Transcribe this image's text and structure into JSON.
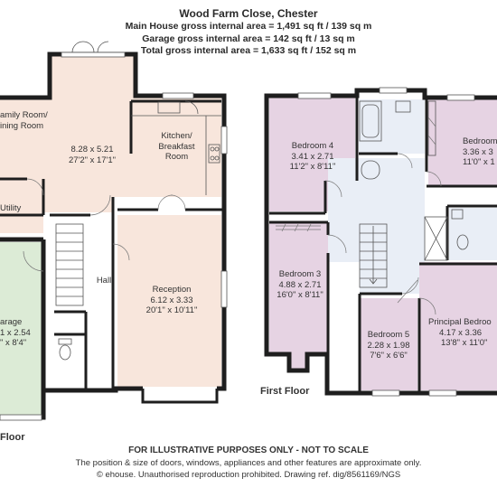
{
  "header": {
    "title": "Wood Farm Close, Chester",
    "line1": "Main House gross internal area = 1,491 sq ft / 139 sq m",
    "line2": "Garage gross internal area = 142 sq ft / 13 sq m",
    "line3": "Total gross internal area = 1,633 sq ft / 152 sq m"
  },
  "ground": {
    "family": {
      "name1": "amily Room/",
      "name2": "ining Room",
      "dim1": "8.28 x 5.21",
      "dim2": "27'2\" x 17'1\""
    },
    "kitchen": {
      "name1": "Kitchen/",
      "name2": "Breakfast",
      "name3": "Room"
    },
    "utility": "Utility",
    "hall": "Hall",
    "reception": {
      "name": "Reception",
      "dim1": "6.12 x 3.33",
      "dim2": "20'1\" x 10'11\""
    },
    "garage": {
      "name": "arage",
      "dim1": "1 x 2.54",
      "dim2": "\" x 8'4\""
    },
    "floor_label": "Floor"
  },
  "first": {
    "bedroom4": {
      "name": "Bedroom 4",
      "dim1": "3.41 x 2.71",
      "dim2": "11'2\" x 8'11\""
    },
    "bedroom2": {
      "name": "Bedroom",
      "dim1": "3.36 x 3",
      "dim2": "11'0\" x 1"
    },
    "bedroom3": {
      "name": "Bedroom 3",
      "dim1": "4.88 x 2.71",
      "dim2": "16'0\" x 8'11\""
    },
    "bedroom5": {
      "name": "Bedroom 5",
      "dim1": "2.28 x 1.98",
      "dim2": "7'6\" x 6'6\""
    },
    "principal": {
      "name": "Principal Bedroo",
      "dim1": "4.17 x 3.36",
      "dim2": "13'8\" x 11'0\""
    },
    "floor_label": "First Floor"
  },
  "footer": {
    "line1": "FOR ILLUSTRATIVE PURPOSES ONLY - NOT TO SCALE",
    "line2": "The position & size of doors, windows, appliances and other features are approximate only.",
    "line3": "© ehouse. Unauthorised reproduction prohibited. Drawing ref. dig/8561169/NGS"
  },
  "colors": {
    "wall": "#1e1e1e",
    "family_fill": "#f8e6dc",
    "reception_fill": "#f8e6dc",
    "garage_fill": "#dcebd6",
    "bedroom_fill": "#e6d3e3",
    "landing_fill": "#e9eef6",
    "bathroom_fill": "#e9eef6"
  }
}
